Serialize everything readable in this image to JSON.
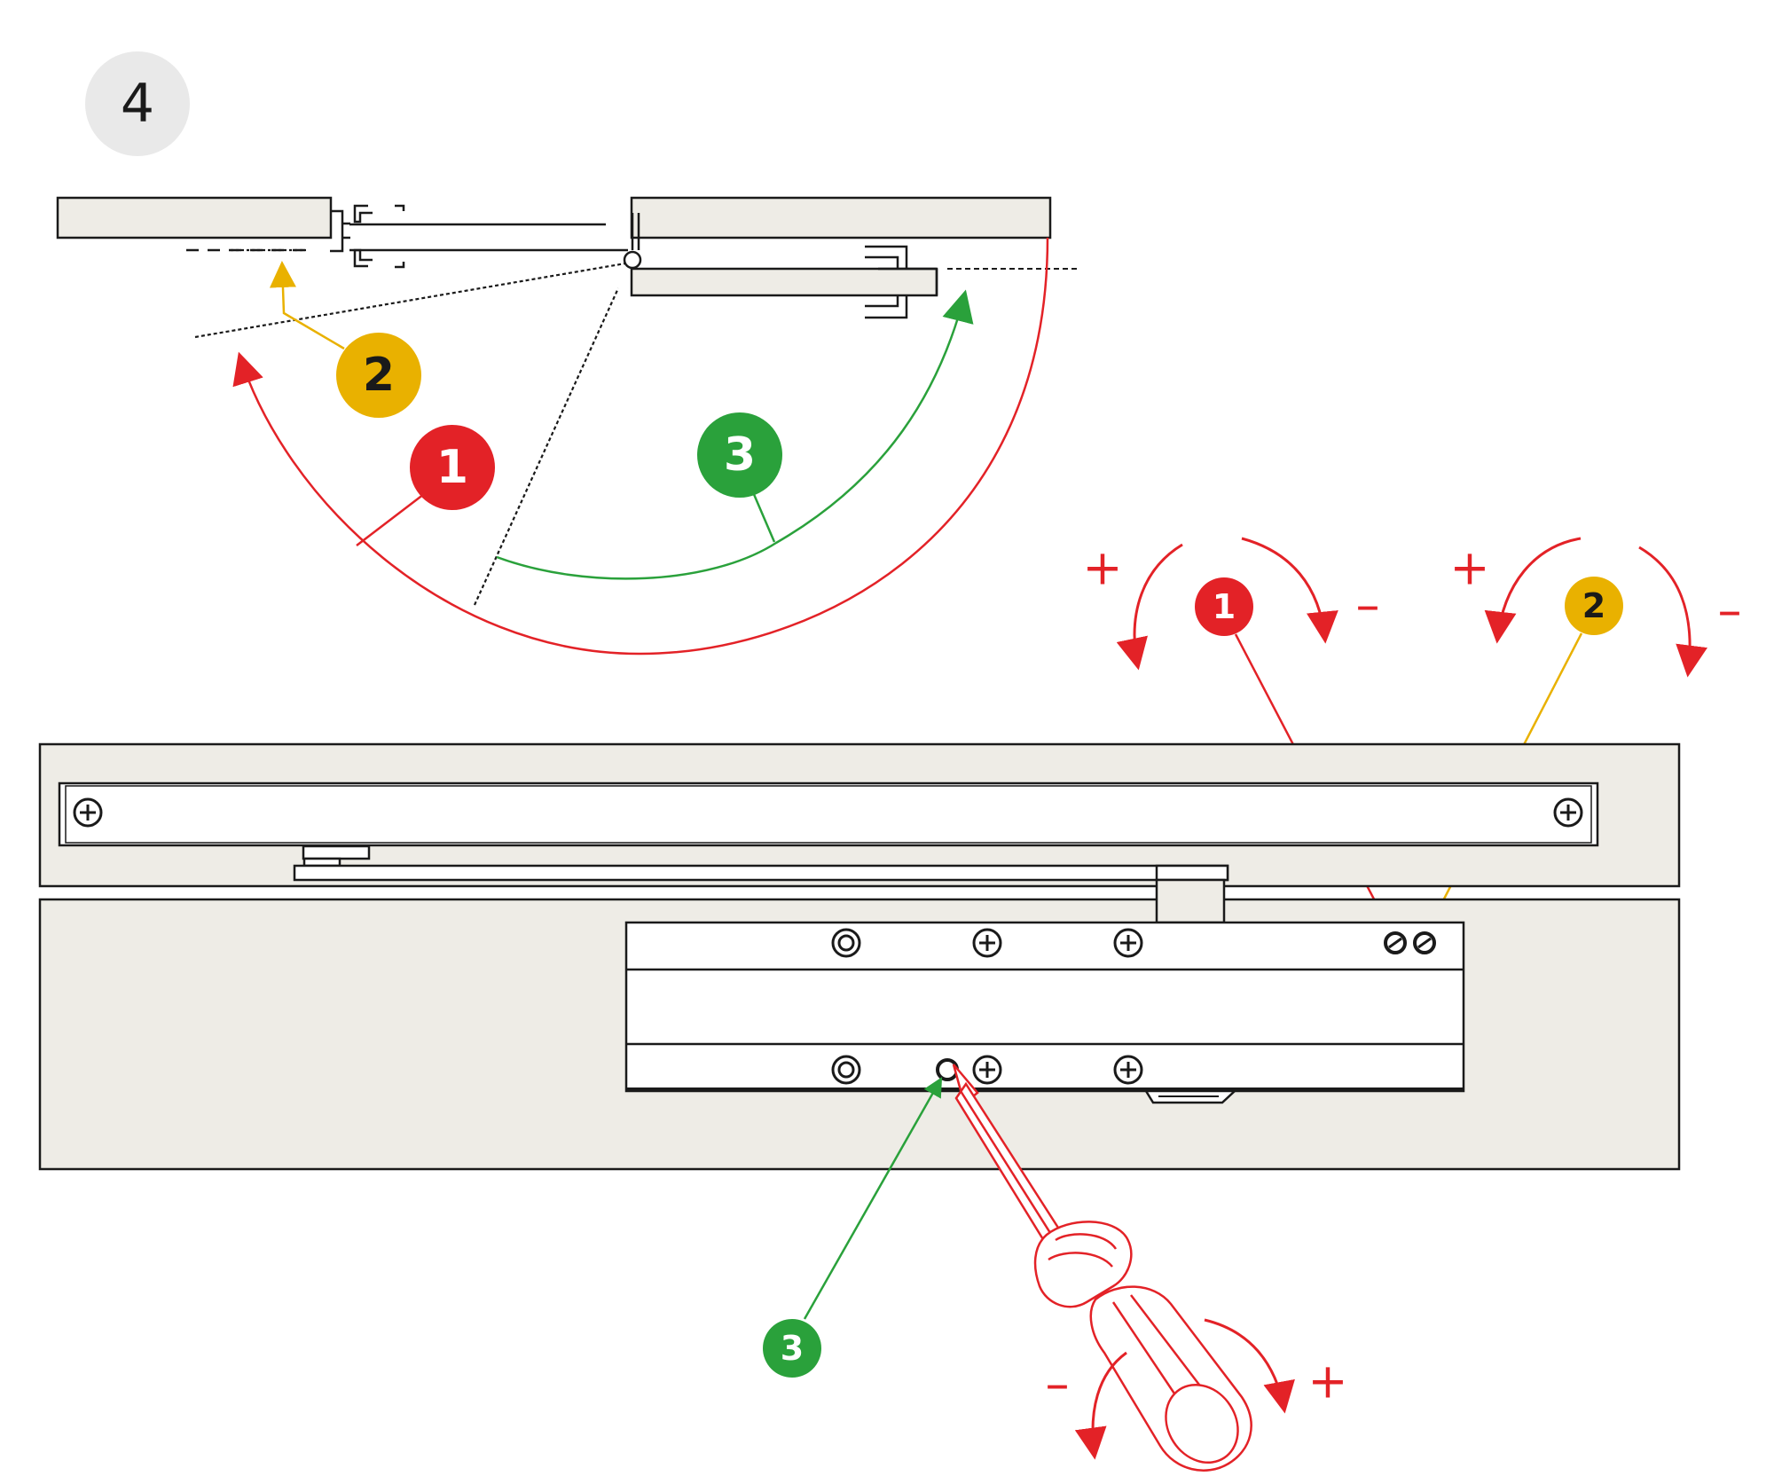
{
  "step": {
    "number": "4"
  },
  "callouts": {
    "closing_speed": {
      "label": "1",
      "color": "#e32227"
    },
    "latching_speed": {
      "label": "2",
      "color": "#e9b100"
    },
    "backcheck": {
      "label": "3",
      "color": "#2aa13b"
    }
  },
  "valve_1": {
    "label": "1",
    "plus": "+",
    "minus": "–"
  },
  "valve_2": {
    "label": "2",
    "plus": "+",
    "minus": "–"
  },
  "valve_3": {
    "label": "3",
    "plus": "+",
    "minus": "–"
  },
  "colors": {
    "red": "#e32227",
    "yellow": "#e9b100",
    "green": "#2aa13b",
    "panel": "#eeece6",
    "line": "#1a1a1a"
  }
}
